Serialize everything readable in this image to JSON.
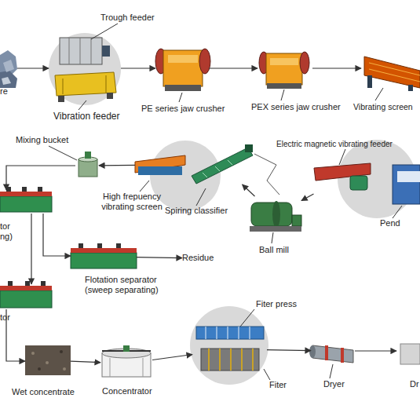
{
  "diagram": {
    "nodes": [
      {
        "text": [
          "re"
        ]
      },
      {
        "text": [
          "Vibration feeder"
        ]
      },
      {
        "text": [
          "PE series jaw crusher"
        ]
      },
      {
        "text": [
          "PEX series jaw crusher"
        ]
      },
      {
        "text": [
          "Vibrating screen"
        ]
      },
      {
        "text": [
          "Mixing bucket"
        ]
      },
      {
        "text": [
          "High frepuency vibrating screen"
        ]
      },
      {
        "text": [
          "Spiring classifier"
        ]
      },
      {
        "text": [
          "Electric magnetic vibrating feeder"
        ]
      },
      {
        "text": [
          "Pend"
        ]
      },
      {
        "text": [
          "Ball mill"
        ]
      },
      {
        "text": [
          "tor ng)"
        ]
      },
      {
        "text": [
          "Flotation separator (sweep separating)"
        ]
      },
      {
        "text": [
          "Residue"
        ]
      },
      {
        "text": [
          "tor"
        ]
      },
      {
        "text": [
          "Wet concentrate"
        ]
      },
      {
        "text": [
          "Concentrator"
        ]
      },
      {
        "text": [
          "Fiter"
        ]
      },
      {
        "text": [
          "Dryer"
        ]
      },
      {
        "text": [
          "Dr"
        ]
      }
    ],
    "edges": [
      {
        "from": 0,
        "to": 1,
        "arrow": "to"
      },
      {
        "from": 1,
        "to": 2,
        "arrow": "to"
      },
      {
        "from": 2,
        "to": 3,
        "arrow": "to"
      },
      {
        "from": 3,
        "to": 4,
        "arrow": "to"
      },
      {
        "from": 8,
        "to": 10,
        "arrow": "to"
      },
      {
        "from": 10,
        "to": 7,
        "arrow": "to"
      },
      {
        "from": 6,
        "to": 5,
        "arrow": "to"
      },
      {
        "from": 5,
        "to": 11,
        "arrow": "to"
      },
      {
        "from": 11,
        "to": 14,
        "arrow": "to"
      },
      {
        "from": 11,
        "to": 12,
        "arrow": "to"
      },
      {
        "from": 12,
        "to": 13,
        "arrow": "to"
      },
      {
        "from": 14,
        "to": 15,
        "arrow": "to"
      },
      {
        "from": 15,
        "to": 16,
        "arrow": "to"
      },
      {
        "from": 16,
        "to": 17,
        "arrow": "to"
      },
      {
        "from": 17,
        "to": 18,
        "arrow": "to"
      },
      {
        "from": 18,
        "to": 19,
        "arrow": "to"
      }
    ],
    "labels": [
      "Trough feeder",
      "Fiter press"
    ]
  }
}
